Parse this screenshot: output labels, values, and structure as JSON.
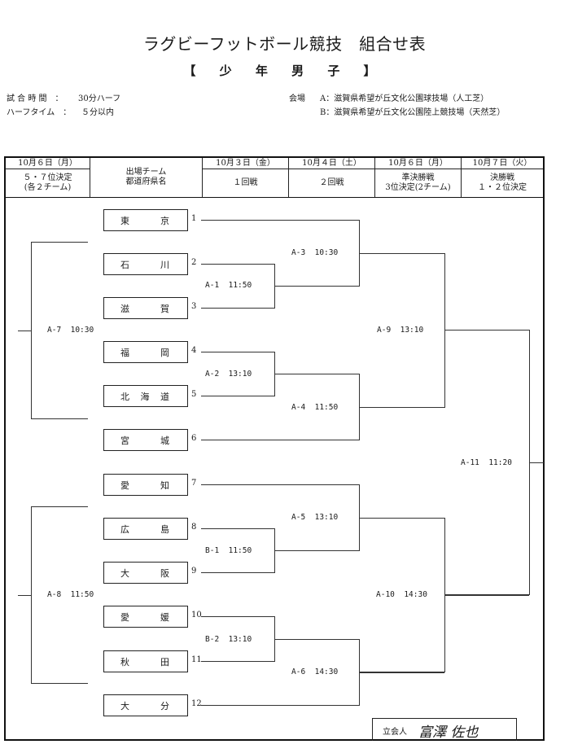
{
  "title": "ラグビーフットボール競技　組合せ表",
  "subtitle": "【 少 年 男 子 】",
  "info": {
    "match_time_label": "試 合 時 間　：",
    "match_time_value": "30分ハーフ",
    "halftime_label": "ハーフタイム　：",
    "halftime_value": "５分以内",
    "venue_label": "会場",
    "venue_a": "A：滋賀県希望が丘文化公園球技場（人工芝）",
    "venue_b": "B：滋賀県希望が丘文化公園陸上競技場（天然芝）"
  },
  "header": {
    "col1_date": "10月６日（月）",
    "col1_line1": "５・７位決定",
    "col1_line2": "(各２チーム)",
    "col2_line1": "出場チーム",
    "col2_line2": "都道府県名",
    "col3_date": "10月３日（金）",
    "col3_label": "１回戦",
    "col4_date": "10月４日（土）",
    "col4_label": "２回戦",
    "col5_date": "10月６日（月）",
    "col5_line1": "準決勝戦",
    "col5_line2": "3位決定(2チーム)",
    "col6_date": "10月７日（火）",
    "col6_line1": "決勝戦",
    "col6_line2": "１・２位決定"
  },
  "teams": [
    {
      "num": "1",
      "c1": "東",
      "c2": "",
      "c3": "京"
    },
    {
      "num": "2",
      "c1": "石",
      "c2": "",
      "c3": "川"
    },
    {
      "num": "3",
      "c1": "滋",
      "c2": "",
      "c3": "賀"
    },
    {
      "num": "4",
      "c1": "福",
      "c2": "",
      "c3": "岡"
    },
    {
      "num": "5",
      "c1": "北",
      "c2": "海",
      "c3": "道"
    },
    {
      "num": "6",
      "c1": "宮",
      "c2": "",
      "c3": "城"
    },
    {
      "num": "7",
      "c1": "愛",
      "c2": "",
      "c3": "知"
    },
    {
      "num": "8",
      "c1": "広",
      "c2": "",
      "c3": "島"
    },
    {
      "num": "9",
      "c1": "大",
      "c2": "",
      "c3": "阪"
    },
    {
      "num": "10",
      "c1": "愛",
      "c2": "",
      "c3": "媛"
    },
    {
      "num": "11",
      "c1": "秋",
      "c2": "",
      "c3": "田"
    },
    {
      "num": "12",
      "c1": "大",
      "c2": "",
      "c3": "分"
    }
  ],
  "matches": {
    "a1": "A-1  11:50",
    "a2": "A-2  13:10",
    "b1": "B-1  11:50",
    "b2": "B-2  13:10",
    "a3": "A-3  10:30",
    "a4": "A-4  11:50",
    "a5": "A-5  13:10",
    "a6": "A-6  14:30",
    "a7": "A-7  10:30",
    "a8": "A-8  11:50",
    "a9": "A-9  13:10",
    "a10": "A-10  14:30",
    "a11": "A-11  11:20"
  },
  "witness": {
    "label": "立会人",
    "signature": "富澤 佐也"
  }
}
